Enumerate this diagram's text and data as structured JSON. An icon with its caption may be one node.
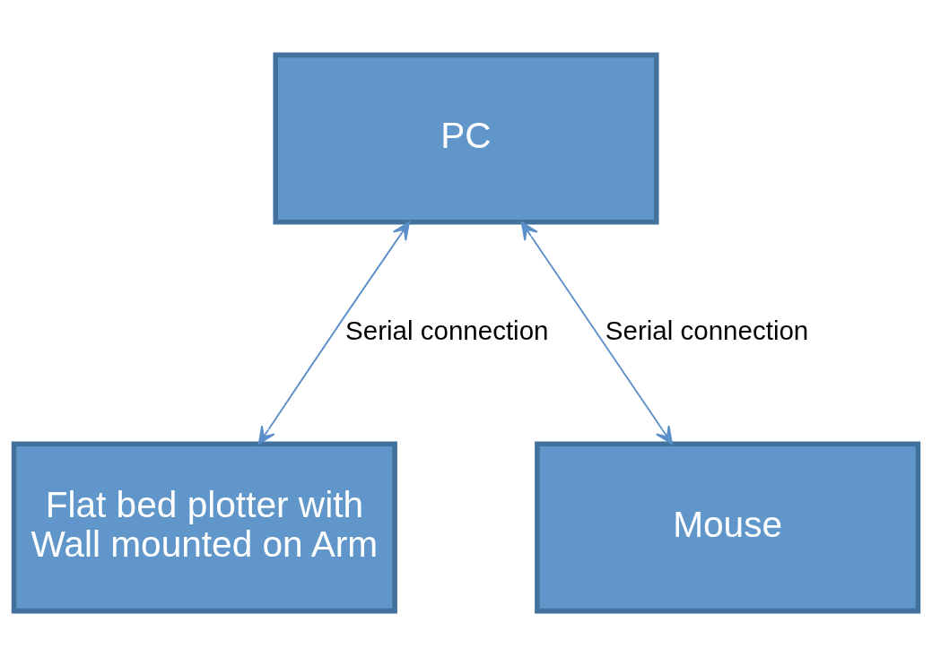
{
  "diagram": {
    "nodes": [
      {
        "text": [
          "PC"
        ]
      },
      {
        "text": [
          "Flat bed plotter with Wall mounted on Arm"
        ]
      },
      {
        "text": [
          "Mouse"
        ]
      }
    ],
    "edges": [
      {
        "from": 0,
        "to": 1,
        "arrow": "both",
        "label": "Serial connection"
      },
      {
        "from": 0,
        "to": 2,
        "arrow": "both",
        "label": "Serial connection"
      }
    ]
  }
}
